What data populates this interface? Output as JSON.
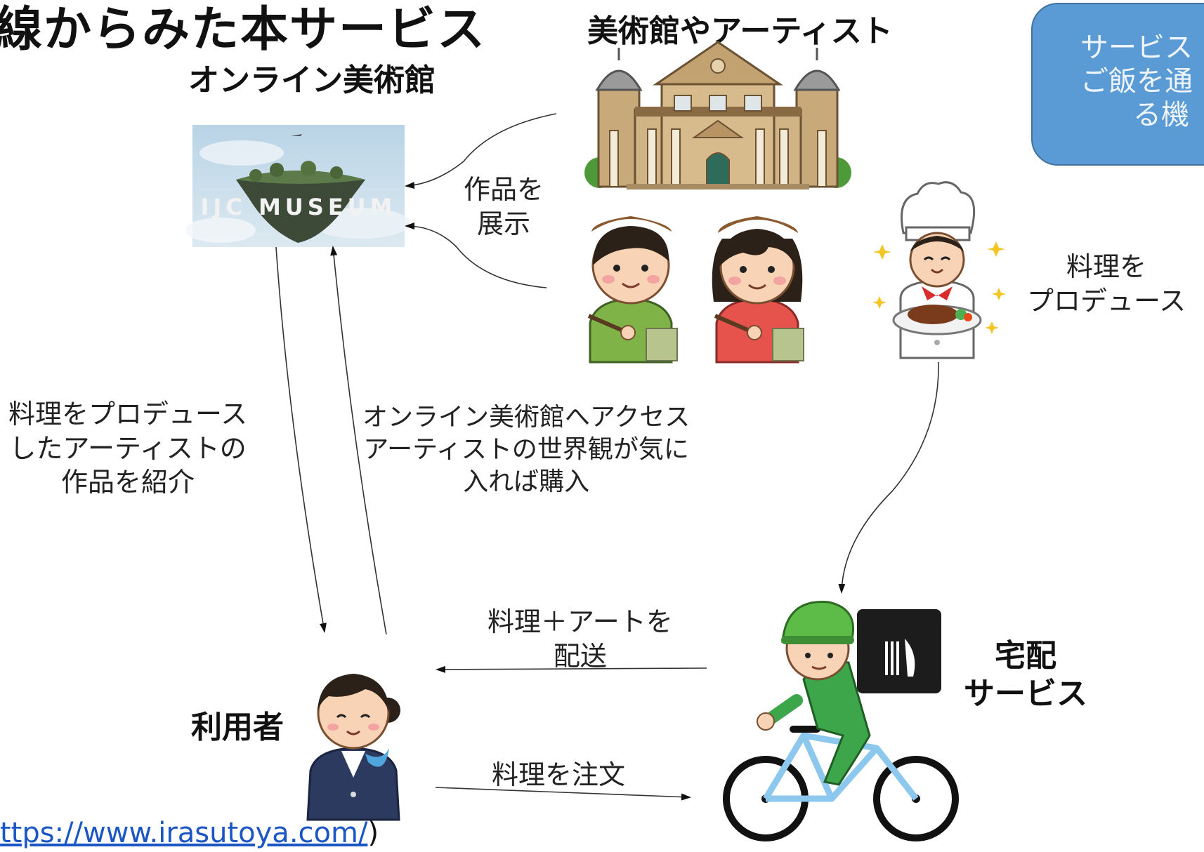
{
  "title": "線からみた本サービス",
  "museum_heading": "オンライン美術館",
  "artists_heading": "美術館やアーティスト",
  "museum_logo_text": "IJC MUSEUM",
  "callout": {
    "line1": "サービス",
    "line2": "ご飯を通",
    "line3": "る機"
  },
  "labels": {
    "display_works_1": "作品を",
    "display_works_2": "展示",
    "produce_food_1": "料理を",
    "produce_food_2": "プロデュース",
    "introduce_1": "料理をプロデュース",
    "introduce_2": "したアーティストの",
    "introduce_3": "作品を紹介",
    "access_1": "オンライン美術館へアクセス",
    "access_2": "アーティストの世界観が気に",
    "access_3": "入れば購入",
    "deliver_1": "料理＋アートを",
    "deliver_2": "配送",
    "order": "料理を注文",
    "user": "利用者",
    "delivery_1": "宅配",
    "delivery_2": "サービス"
  },
  "source_link": {
    "text": "ttps://www.irasutoya.com/",
    "close": ")"
  }
}
